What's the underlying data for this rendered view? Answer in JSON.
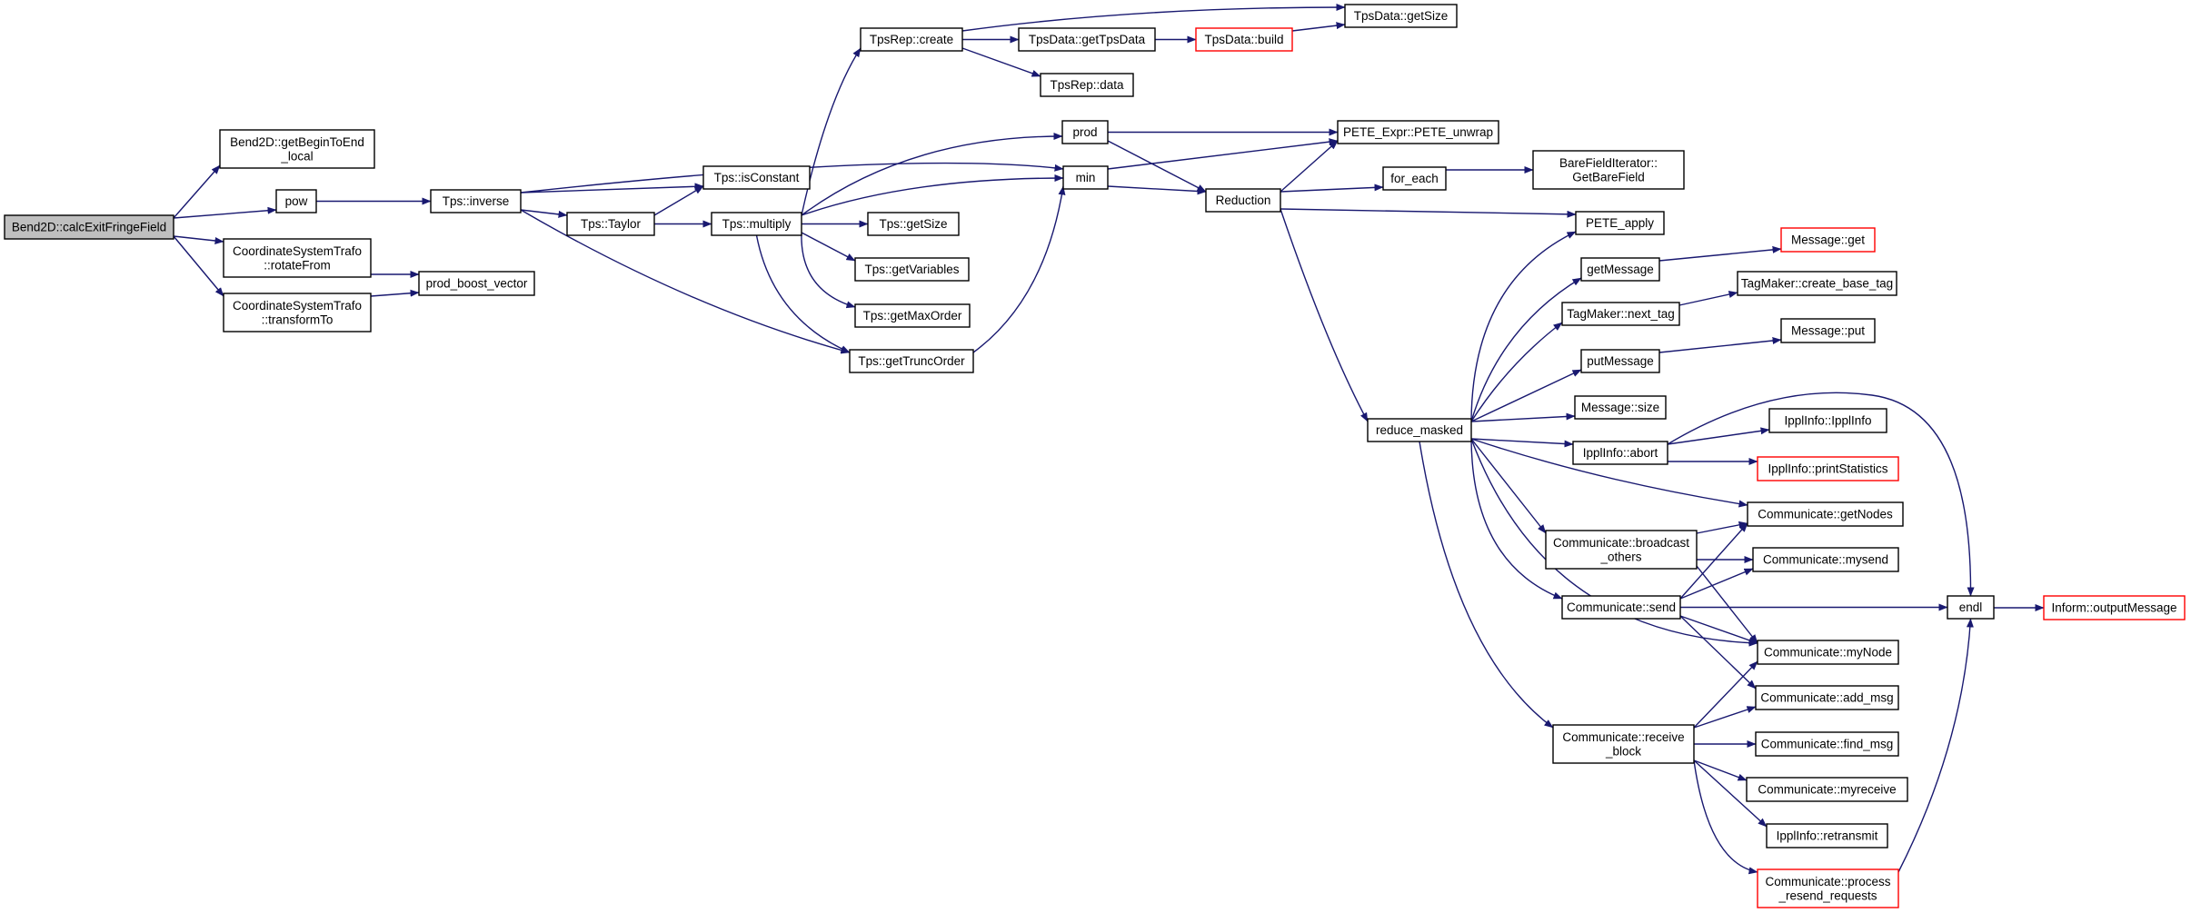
{
  "colors": {
    "edge": "#191970",
    "node_border": "#000000",
    "truncated_border": "#ff0000",
    "root_fill": "#bfbfbf",
    "node_fill": "#ffffff",
    "background": "#ffffff"
  },
  "nodes": [
    {
      "id": "root",
      "lines": [
        "Bend2D::calcExitFringeField"
      ],
      "kind": "root"
    },
    {
      "id": "getBeginToEnd",
      "lines": [
        "Bend2D::getBeginToEnd",
        "_local"
      ]
    },
    {
      "id": "pow",
      "lines": [
        "pow"
      ]
    },
    {
      "id": "rotateFrom",
      "lines": [
        "CoordinateSystemTrafo",
        "::rotateFrom"
      ]
    },
    {
      "id": "transformTo",
      "lines": [
        "CoordinateSystemTrafo",
        "::transformTo"
      ]
    },
    {
      "id": "prodBoost",
      "lines": [
        "prod_boost_vector"
      ]
    },
    {
      "id": "inverse",
      "lines": [
        "Tps::inverse"
      ]
    },
    {
      "id": "taylor",
      "lines": [
        "Tps::Taylor"
      ]
    },
    {
      "id": "isConstant",
      "lines": [
        "Tps::isConstant"
      ]
    },
    {
      "id": "multiply",
      "lines": [
        "Tps::multiply"
      ]
    },
    {
      "id": "tpsGetSize",
      "lines": [
        "Tps::getSize"
      ]
    },
    {
      "id": "getVariables",
      "lines": [
        "Tps::getVariables"
      ]
    },
    {
      "id": "getMaxOrder",
      "lines": [
        "Tps::getMaxOrder"
      ]
    },
    {
      "id": "getTruncOrder",
      "lines": [
        "Tps::getTruncOrder"
      ]
    },
    {
      "id": "repCreate",
      "lines": [
        "TpsRep::create"
      ]
    },
    {
      "id": "getTpsData",
      "lines": [
        "TpsData::getTpsData"
      ]
    },
    {
      "id": "repData",
      "lines": [
        "TpsRep::data"
      ]
    },
    {
      "id": "build",
      "lines": [
        "TpsData::build"
      ],
      "kind": "truncated"
    },
    {
      "id": "dataGetSize",
      "lines": [
        "TpsData::getSize"
      ]
    },
    {
      "id": "prod",
      "lines": [
        "prod"
      ]
    },
    {
      "id": "min",
      "lines": [
        "min"
      ]
    },
    {
      "id": "unwrap",
      "lines": [
        "PETE_Expr::PETE_unwrap"
      ]
    },
    {
      "id": "reduction",
      "lines": [
        "Reduction"
      ]
    },
    {
      "id": "forEach",
      "lines": [
        "for_each"
      ]
    },
    {
      "id": "bareField",
      "lines": [
        "BareFieldIterator::",
        "GetBareField"
      ]
    },
    {
      "id": "peteApply",
      "lines": [
        "PETE_apply"
      ]
    },
    {
      "id": "getMessage",
      "lines": [
        "getMessage"
      ]
    },
    {
      "id": "msgGet",
      "lines": [
        "Message::get"
      ],
      "kind": "truncated"
    },
    {
      "id": "nextTag",
      "lines": [
        "TagMaker::next_tag"
      ]
    },
    {
      "id": "createBaseTag",
      "lines": [
        "TagMaker::create_base_tag"
      ]
    },
    {
      "id": "putMessage",
      "lines": [
        "putMessage"
      ]
    },
    {
      "id": "msgPut",
      "lines": [
        "Message::put"
      ]
    },
    {
      "id": "msgSize",
      "lines": [
        "Message::size"
      ]
    },
    {
      "id": "reduceMasked",
      "lines": [
        "reduce_masked"
      ]
    },
    {
      "id": "abort",
      "lines": [
        "IpplInfo::abort"
      ]
    },
    {
      "id": "ipplInfo",
      "lines": [
        "IpplInfo::IpplInfo"
      ]
    },
    {
      "id": "printStats",
      "lines": [
        "IpplInfo::printStatistics"
      ],
      "kind": "truncated"
    },
    {
      "id": "getNodes",
      "lines": [
        "Communicate::getNodes"
      ]
    },
    {
      "id": "broadcast",
      "lines": [
        "Communicate::broadcast",
        "_others"
      ]
    },
    {
      "id": "mysend",
      "lines": [
        "Communicate::mysend"
      ]
    },
    {
      "id": "send",
      "lines": [
        "Communicate::send"
      ]
    },
    {
      "id": "endl",
      "lines": [
        "endl"
      ]
    },
    {
      "id": "outputMessage",
      "lines": [
        "Inform::outputMessage"
      ],
      "kind": "truncated"
    },
    {
      "id": "myNode",
      "lines": [
        "Communicate::myNode"
      ]
    },
    {
      "id": "addMsg",
      "lines": [
        "Communicate::add_msg"
      ]
    },
    {
      "id": "receiveBlock",
      "lines": [
        "Communicate::receive",
        "_block"
      ]
    },
    {
      "id": "findMsg",
      "lines": [
        "Communicate::find_msg"
      ]
    },
    {
      "id": "myreceive",
      "lines": [
        "Communicate::myreceive"
      ]
    },
    {
      "id": "retransmit",
      "lines": [
        "IpplInfo::retransmit"
      ]
    },
    {
      "id": "processResend",
      "lines": [
        "Communicate::process",
        "_resend_requests"
      ],
      "kind": "truncated"
    }
  ],
  "edges": [
    [
      "root",
      "getBeginToEnd"
    ],
    [
      "root",
      "pow"
    ],
    [
      "root",
      "rotateFrom"
    ],
    [
      "root",
      "transformTo"
    ],
    [
      "rotateFrom",
      "prodBoost"
    ],
    [
      "transformTo",
      "prodBoost"
    ],
    [
      "pow",
      "inverse"
    ],
    [
      "inverse",
      "min"
    ],
    [
      "inverse",
      "isConstant"
    ],
    [
      "inverse",
      "taylor"
    ],
    [
      "inverse",
      "getTruncOrder"
    ],
    [
      "taylor",
      "isConstant"
    ],
    [
      "taylor",
      "multiply"
    ],
    [
      "multiply",
      "repCreate"
    ],
    [
      "multiply",
      "prod"
    ],
    [
      "multiply",
      "min"
    ],
    [
      "multiply",
      "tpsGetSize"
    ],
    [
      "multiply",
      "getVariables"
    ],
    [
      "multiply",
      "getMaxOrder"
    ],
    [
      "multiply",
      "getTruncOrder"
    ],
    [
      "getTruncOrder",
      "min"
    ],
    [
      "repCreate",
      "dataGetSize"
    ],
    [
      "repCreate",
      "getTpsData"
    ],
    [
      "repCreate",
      "repData"
    ],
    [
      "getTpsData",
      "build"
    ],
    [
      "build",
      "dataGetSize"
    ],
    [
      "prod",
      "unwrap"
    ],
    [
      "prod",
      "reduction"
    ],
    [
      "min",
      "unwrap"
    ],
    [
      "min",
      "reduction"
    ],
    [
      "reduction",
      "unwrap"
    ],
    [
      "reduction",
      "forEach"
    ],
    [
      "reduction",
      "peteApply"
    ],
    [
      "reduction",
      "reduceMasked"
    ],
    [
      "forEach",
      "bareField"
    ],
    [
      "getMessage",
      "msgGet"
    ],
    [
      "nextTag",
      "createBaseTag"
    ],
    [
      "putMessage",
      "msgPut"
    ],
    [
      "reduceMasked",
      "peteApply"
    ],
    [
      "reduceMasked",
      "getMessage"
    ],
    [
      "reduceMasked",
      "nextTag"
    ],
    [
      "reduceMasked",
      "putMessage"
    ],
    [
      "reduceMasked",
      "msgSize"
    ],
    [
      "reduceMasked",
      "abort"
    ],
    [
      "reduceMasked",
      "getNodes"
    ],
    [
      "reduceMasked",
      "broadcast"
    ],
    [
      "reduceMasked",
      "send"
    ],
    [
      "reduceMasked",
      "myNode"
    ],
    [
      "reduceMasked",
      "receiveBlock"
    ],
    [
      "abort",
      "ipplInfo"
    ],
    [
      "abort",
      "printStats"
    ],
    [
      "abort",
      "endl"
    ],
    [
      "broadcast",
      "getNodes"
    ],
    [
      "broadcast",
      "mysend"
    ],
    [
      "broadcast",
      "myNode"
    ],
    [
      "send",
      "getNodes"
    ],
    [
      "send",
      "mysend"
    ],
    [
      "send",
      "endl"
    ],
    [
      "send",
      "myNode"
    ],
    [
      "send",
      "addMsg"
    ],
    [
      "endl",
      "outputMessage"
    ],
    [
      "receiveBlock",
      "myNode"
    ],
    [
      "receiveBlock",
      "addMsg"
    ],
    [
      "receiveBlock",
      "findMsg"
    ],
    [
      "receiveBlock",
      "myreceive"
    ],
    [
      "receiveBlock",
      "retransmit"
    ],
    [
      "receiveBlock",
      "processResend"
    ],
    [
      "processResend",
      "endl"
    ]
  ]
}
